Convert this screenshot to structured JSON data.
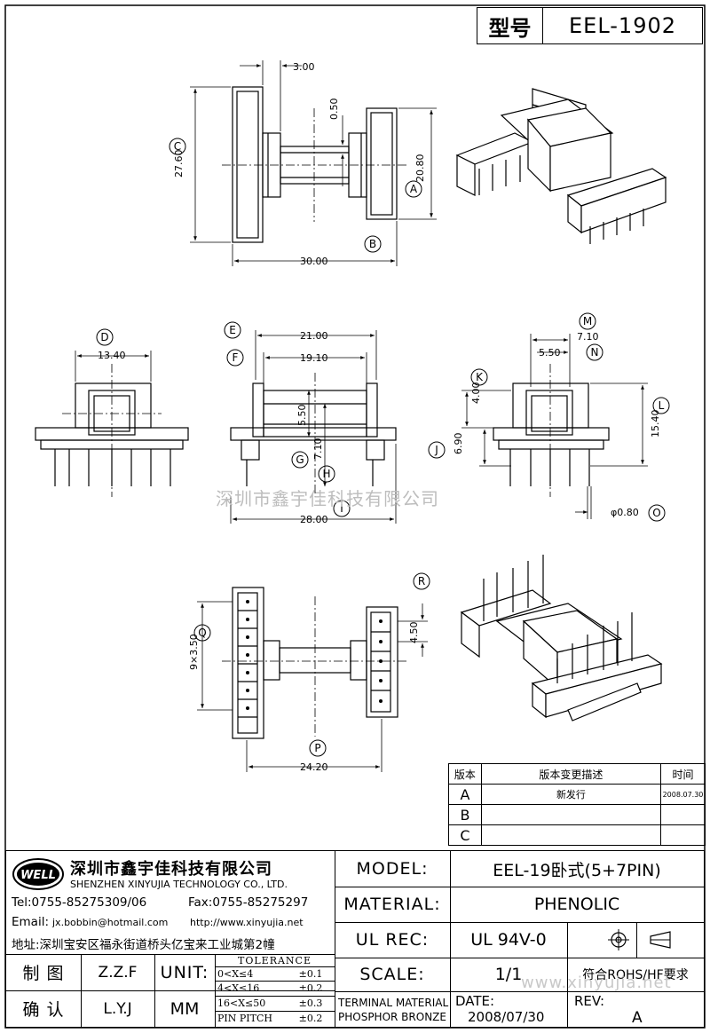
{
  "header": {
    "model_key": "型号",
    "model_value": "EEL-1902"
  },
  "dimensions": {
    "d_3_00": "3.00",
    "d_0_50": "0.50",
    "d_27_60": "27.60",
    "d_20_80": "20.80",
    "d_30_00": "30.00",
    "d_13_40": "13.40",
    "d_21_00": "21.00",
    "d_19_10": "19.10",
    "d_5_50a": "5.50",
    "d_7_10a": "7.10",
    "d_28_00": "28.00",
    "d_7_10b": "7.10",
    "d_5_50b": "5.50",
    "d_4_00": "4.00",
    "d_6_90": "6.90",
    "d_15_40": "15.40",
    "d_phi": "φ0.80",
    "d_9x3": "9×3.50",
    "d_4_50": "4.50",
    "d_24_20": "24.20"
  },
  "callouts": [
    "A",
    "B",
    "C",
    "D",
    "E",
    "F",
    "G",
    "H",
    "I",
    "J",
    "K",
    "L",
    "M",
    "N",
    "O",
    "P",
    "Q",
    "R"
  ],
  "watermark": {
    "center": "深圳市鑫宇佳科技有限公司",
    "bottom": "www.xinyujia.net"
  },
  "revisions": {
    "headers": [
      "版本",
      "版本变更描述",
      "时间"
    ],
    "rows": [
      {
        "ver": "A",
        "desc": "新发行",
        "date": "2008.07.30"
      },
      {
        "ver": "B",
        "desc": "",
        "date": ""
      },
      {
        "ver": "C",
        "desc": "",
        "date": ""
      }
    ]
  },
  "company": {
    "logo_text": "WELL",
    "name_cn": "深圳市鑫宇佳科技有限公司",
    "name_en": "SHENZHEN XINYUJIA TECHNOLOGY CO., LTD.",
    "tel": "Tel:0755-85275309/06",
    "fax": "Fax:0755-85275297",
    "email": "Email:",
    "email_value": "jx.bobbin@hotmail.com",
    "http": "http://www.xinyujia.net",
    "address": "地址:深圳宝安区福永街道桥头亿宝来工业城第2幢"
  },
  "signoff": {
    "draw_label": "制 图",
    "draw_value": "Z.Z.F",
    "confirm_label": "确 认",
    "confirm_value": "L.Y.J",
    "unit_label": "UNIT:",
    "unit_value": "MM"
  },
  "tolerance": {
    "title": "TOLERANCE",
    "rows": [
      {
        "range": "0<X≤4",
        "tol": "±0.1"
      },
      {
        "range": "4<X≤16",
        "tol": "±0.2"
      },
      {
        "range": "16<X≤50",
        "tol": "±0.3"
      },
      {
        "range": "PIN PITCH",
        "tol": "±0.2"
      }
    ]
  },
  "specs": {
    "model_label": "MODEL:",
    "model_value": "EEL-19卧式(5+7PIN)",
    "material_label": "MATERIAL:",
    "material_value": "PHENOLIC",
    "ulrec_label": "UL REC:",
    "ulrec_value": "UL 94V-0",
    "scale_label": "SCALE:",
    "scale_value": "1/1",
    "rohs": "符合ROHS/HF要求",
    "terminal_line1": "TERMINAL MATERIAL",
    "terminal_line2": "PHOSPHOR BRONZE",
    "date_label": "DATE:",
    "date_value": "2008/07/30",
    "rev_label": "REV:",
    "rev_value": "A"
  }
}
